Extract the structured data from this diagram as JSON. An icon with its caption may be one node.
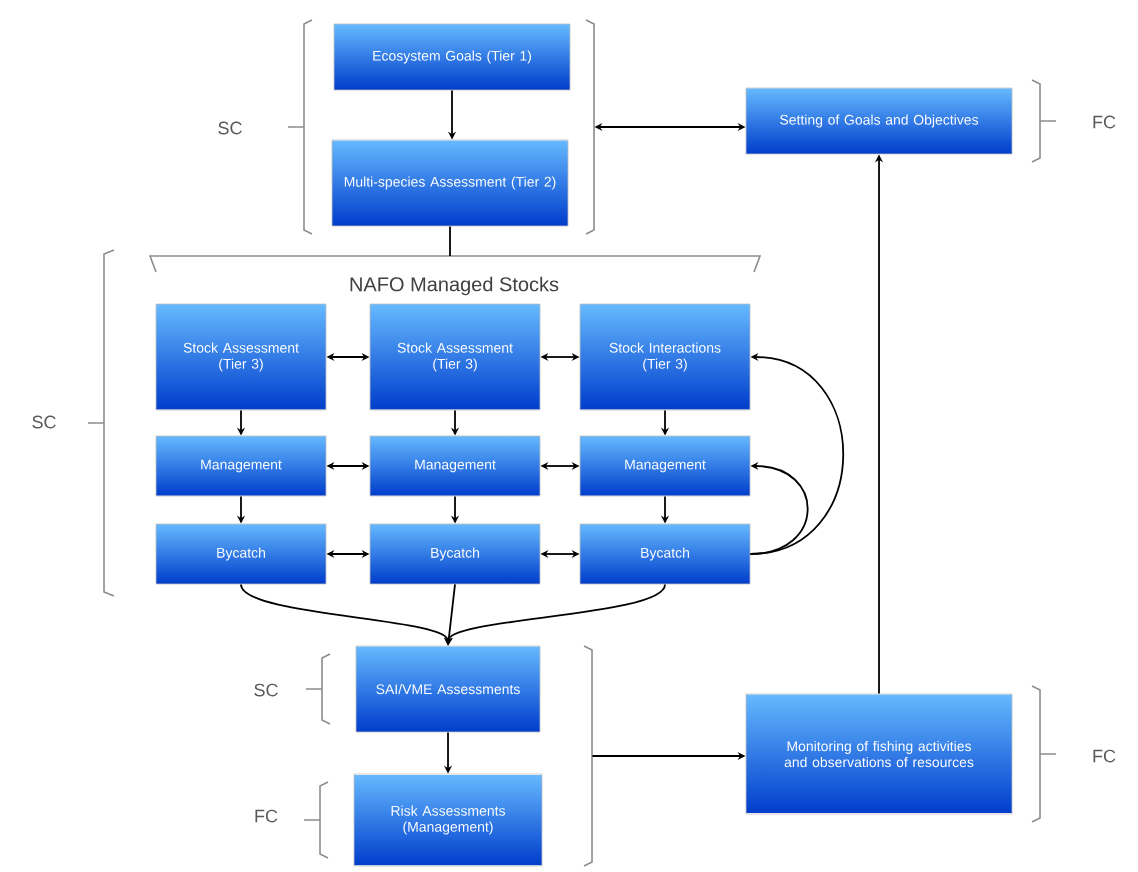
{
  "diagram": {
    "nodes": [
      {
        "text": [],
        "shape": "bracket"
      },
      {
        "text": [
          "Ecosystem Goals (Tier 1)"
        ],
        "in": 0
      },
      {
        "text": [
          "Multi-species Assessment (Tier 2)"
        ],
        "in": 0
      },
      {
        "text": [
          "Setting of Goals and Objectives"
        ]
      },
      {
        "text": [
          "NAFO Managed Stocks"
        ]
      },
      {
        "text": [
          "Stock Assessment (Tier 3)"
        ],
        "in": 4
      },
      {
        "text": [
          "Stock Assessment (Tier 3)"
        ],
        "in": 4
      },
      {
        "text": [
          "Stock Interactions (Tier 3)"
        ],
        "in": 4
      },
      {
        "text": [
          "Management"
        ],
        "in": 4
      },
      {
        "text": [
          "Management"
        ],
        "in": 4
      },
      {
        "text": [
          "Management"
        ],
        "in": 4
      },
      {
        "text": [
          "Bycatch"
        ],
        "in": 4
      },
      {
        "text": [
          "Bycatch"
        ],
        "in": 4
      },
      {
        "text": [
          "Bycatch"
        ],
        "in": 4
      },
      {
        "text": [],
        "shape": "bracket"
      },
      {
        "text": [
          "SAI/VME Assessments"
        ]
      },
      {
        "text": [
          "Risk Assessments (Management)"
        ]
      },
      {
        "text": [
          "Monitoring of fishing activities and observations of resources"
        ]
      }
    ],
    "labels": [
      "FC",
      "SC",
      "SC",
      "SC",
      "FC",
      "FC"
    ],
    "edges": [
      {
        "from": 1,
        "to": 2,
        "arrow": "to"
      },
      {
        "from": 2,
        "to": 4,
        "arrow": "none"
      },
      {
        "from": 0,
        "to": 3,
        "arrow": "both"
      },
      {
        "from": 5,
        "to": 6,
        "arrow": "both"
      },
      {
        "from": 6,
        "to": 7,
        "arrow": "both"
      },
      {
        "from": 8,
        "to": 9,
        "arrow": "both"
      },
      {
        "from": 9,
        "to": 10,
        "arrow": "both"
      },
      {
        "from": 11,
        "to": 12,
        "arrow": "both"
      },
      {
        "from": 12,
        "to": 13,
        "arrow": "both"
      },
      {
        "from": 5,
        "to": 8,
        "arrow": "to"
      },
      {
        "from": 6,
        "to": 9,
        "arrow": "to"
      },
      {
        "from": 7,
        "to": 10,
        "arrow": "to"
      },
      {
        "from": 8,
        "to": 11,
        "arrow": "to"
      },
      {
        "from": 9,
        "to": 12,
        "arrow": "to"
      },
      {
        "from": 10,
        "to": 13,
        "arrow": "to"
      },
      {
        "from": 13,
        "to": 7,
        "arrow": "to"
      },
      {
        "from": 13,
        "to": 10,
        "arrow": "to"
      },
      {
        "from": 11,
        "to": 15,
        "arrow": "to"
      },
      {
        "from": 12,
        "to": 15,
        "arrow": "to"
      },
      {
        "from": 13,
        "to": 15,
        "arrow": "to"
      },
      {
        "from": 15,
        "to": 16,
        "arrow": "to"
      },
      {
        "from": 14,
        "to": 17,
        "arrow": "to"
      },
      {
        "from": 17,
        "to": 3,
        "arrow": "to"
      }
    ]
  }
}
